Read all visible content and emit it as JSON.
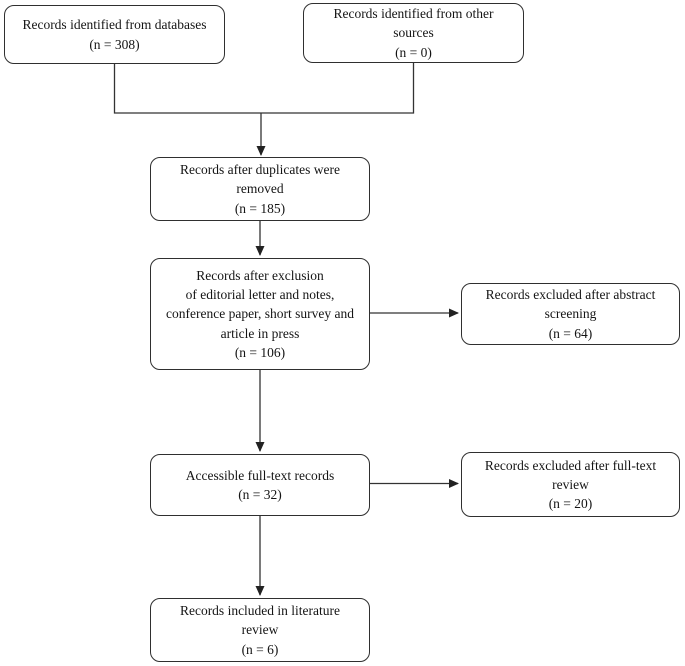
{
  "diagram": {
    "type": "flowchart",
    "description_colors": {
      "background": "#ffffff",
      "box_fill": "#ffffff",
      "box_border": "#2f2f2f",
      "line_stroke": "#333333",
      "text": "#141414"
    }
  },
  "nodes": [
    {
      "id": "records-databases",
      "lines": [
        "Records identified from databases",
        "(n = 308)"
      ]
    },
    {
      "id": "records-other-sources",
      "lines": [
        "Records identified from other",
        "sources",
        "(n = 0)"
      ]
    },
    {
      "id": "records-after-duplicates",
      "lines": [
        "Records after duplicates were",
        "removed",
        "(n = 185)"
      ]
    },
    {
      "id": "records-after-exclusion",
      "lines": [
        "Records after exclusion",
        "of editorial letter and notes,",
        "conference paper, short survey and",
        "article in press",
        "(n = 106)"
      ]
    },
    {
      "id": "excluded-after-abstract",
      "lines": [
        "Records excluded after abstract",
        "screening",
        "(n = 64)"
      ]
    },
    {
      "id": "accessible-fulltext",
      "lines": [
        "Accessible full-text records",
        "(n = 32)"
      ]
    },
    {
      "id": "excluded-after-fulltext",
      "lines": [
        "Records excluded after full-text",
        "review",
        "(n = 20)"
      ]
    },
    {
      "id": "included-in-review",
      "lines": [
        "Records included in literature",
        "review",
        "(n = 6)"
      ]
    }
  ],
  "edges": [
    {
      "from": "records-databases",
      "to": "records-after-duplicates",
      "style": "merge-arrow"
    },
    {
      "from": "records-other-sources",
      "to": "records-after-duplicates",
      "style": "merge-arrow"
    },
    {
      "from": "records-after-duplicates",
      "to": "records-after-exclusion",
      "style": "arrow-down"
    },
    {
      "from": "records-after-exclusion",
      "to": "excluded-after-abstract",
      "style": "arrow-right"
    },
    {
      "from": "records-after-exclusion",
      "to": "accessible-fulltext",
      "style": "arrow-down"
    },
    {
      "from": "accessible-fulltext",
      "to": "excluded-after-fulltext",
      "style": "arrow-right"
    },
    {
      "from": "accessible-fulltext",
      "to": "included-in-review",
      "style": "arrow-down"
    }
  ]
}
